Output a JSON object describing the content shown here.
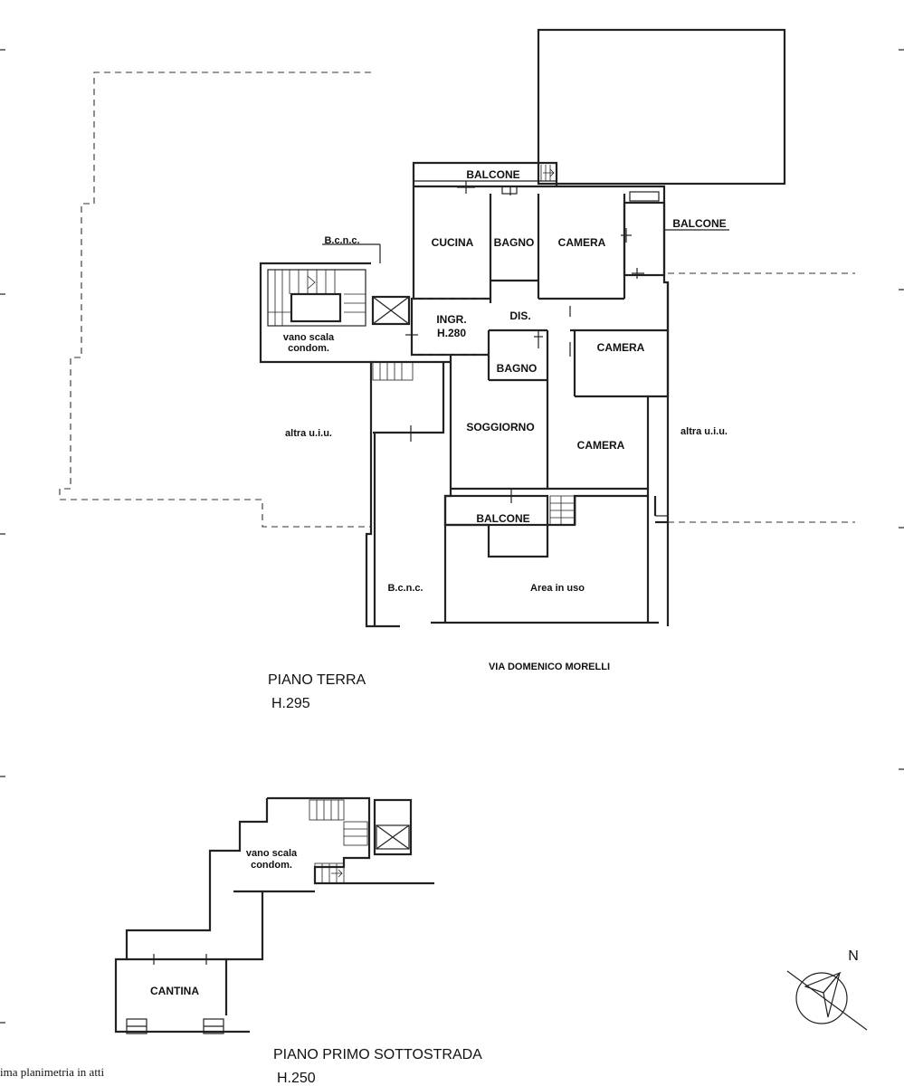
{
  "ground_floor": {
    "rooms": {
      "balcone_top": "BALCONE",
      "balcone_right": "BALCONE",
      "balcone_bottom": "BALCONE",
      "bcnc_top": "B.c.n.c.",
      "bcnc_bottom": "B.c.n.c.",
      "cucina": "CUCINA",
      "bagno_top": "BAGNO",
      "camera_top": "CAMERA",
      "vano_scala_line1": "vano scala",
      "vano_scala_line2": "condom.",
      "ingresso_line1": "INGR.",
      "ingresso_line2": "H.280",
      "dis": "DIS.",
      "camera_mid": "CAMERA",
      "bagno_mid": "BAGNO",
      "altra_left": "altra u.i.u.",
      "altra_right": "altra u.i.u.",
      "soggiorno": "SOGGIORNO",
      "camera_bottom": "CAMERA",
      "area_in_uso": "Area in uso"
    },
    "street": "VIA DOMENICO MORELLI",
    "title": "PIANO TERRA",
    "height": "H.295"
  },
  "basement": {
    "rooms": {
      "vano_scala_line1": "vano scala",
      "vano_scala_line2": "condom.",
      "cantina": "CANTINA"
    },
    "title": "PIANO PRIMO SOTTOSTRADA",
    "height": "H.250"
  },
  "north_label": "N",
  "footer_note": "ima planimetria in atti"
}
